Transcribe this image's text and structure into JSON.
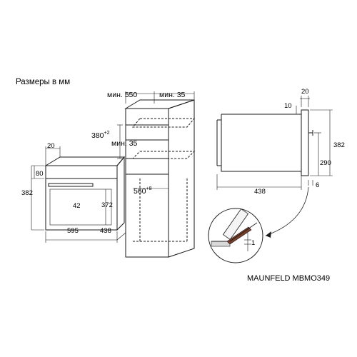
{
  "title": "Размеры в мм",
  "model_label": "MAUNFELD MBMO349",
  "oven_front": {
    "width": "595",
    "height": "382",
    "depth": "438",
    "top_offset": "20",
    "panel_height": "80",
    "inner_height": "372",
    "inner_depth": "42"
  },
  "cabinet": {
    "min_depth": "мин. 550",
    "min_side": "мин. 35",
    "niche_height": "380",
    "niche_height_tol": "+2",
    "min_rear": "мин. 35",
    "niche_width": "560",
    "niche_width_tol": "+8"
  },
  "side_view": {
    "front_thickness": "20",
    "top_gap": "10",
    "total_height": "382",
    "door_height": "290",
    "depth": "438",
    "bottom_offset": "6"
  },
  "detail": {
    "gap": "1"
  },
  "colors": {
    "line": "#1a1a1a",
    "accent": "#7a3d2a"
  }
}
